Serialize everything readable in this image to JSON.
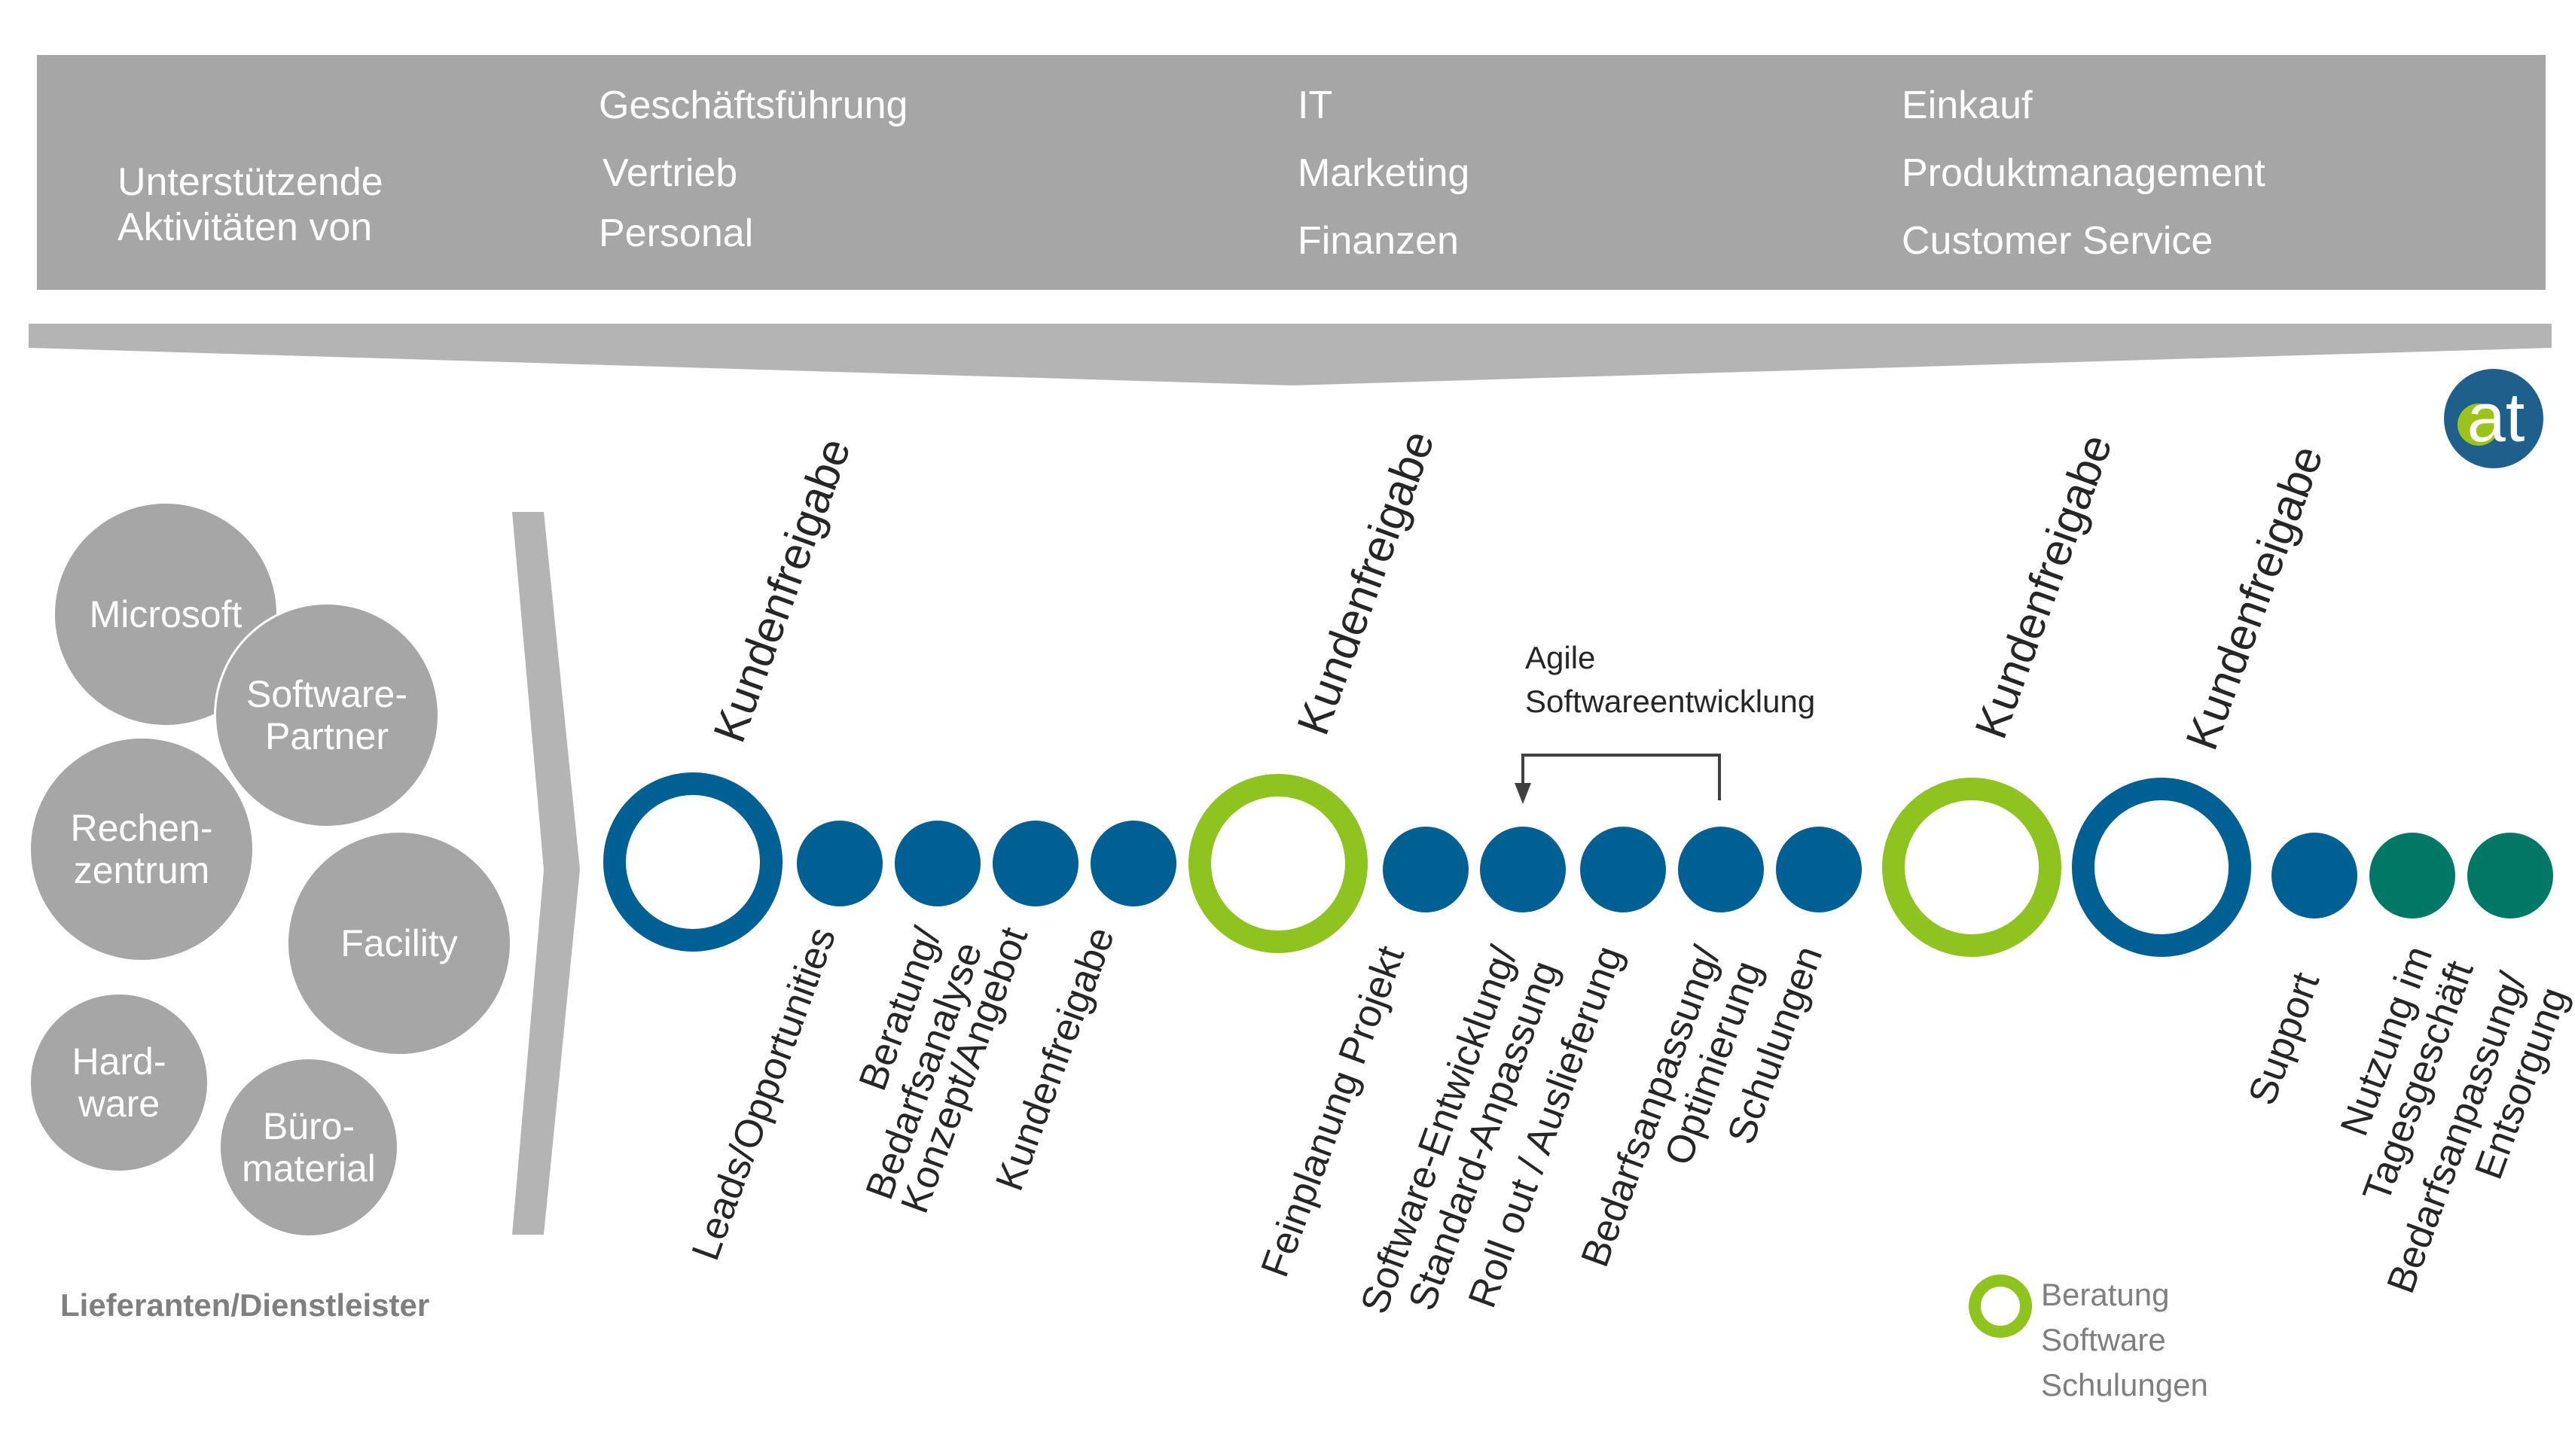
{
  "banner": {
    "support_label": "Unterstützende\nAktivitäten von",
    "column1": [
      "Geschäftsführung",
      "Vertrieb",
      "Personal"
    ],
    "column2": [
      "IT",
      "Marketing",
      "Finanzen"
    ],
    "column3": [
      "Einkauf",
      "Produktmanagement",
      "Customer Service"
    ]
  },
  "suppliers": {
    "items": [
      "Microsoft",
      "Software-\nPartner",
      "Rechen-\nzentrum",
      "Facility",
      "Hard-\nware",
      "Büro-\nmaterial"
    ],
    "caption": "Lieferanten/Dienstleister"
  },
  "timeline": {
    "approval_label": "Kundenfreigabe",
    "steps": [
      "Leads/Opportunities",
      "Beratung/\nBedarfsanalyse",
      "Konzept/Angebot",
      "Kundenfreigabe",
      "Feinplanung  Projekt",
      "Software-Entwicklung/\nStandard-Anpassung",
      "Roll out / Auslieferung",
      "Bedarfsanpassung/\nOptimierung",
      "Schulungen",
      "Support",
      "Nutzung im\nTagesgeschäft",
      "Bedarfsanpassung/\nEntsorgung"
    ],
    "agile_label": "Agile\nSoftwareentwicklung"
  },
  "legend": {
    "text": "Beratung\nSoftware\nSchulungen"
  },
  "logo": {
    "text": "at"
  },
  "colors": {
    "blue": "#005f93",
    "green": "#8fc31f",
    "teal": "#007866",
    "gray": "#a6a6a6",
    "dark_text": "#262626"
  }
}
